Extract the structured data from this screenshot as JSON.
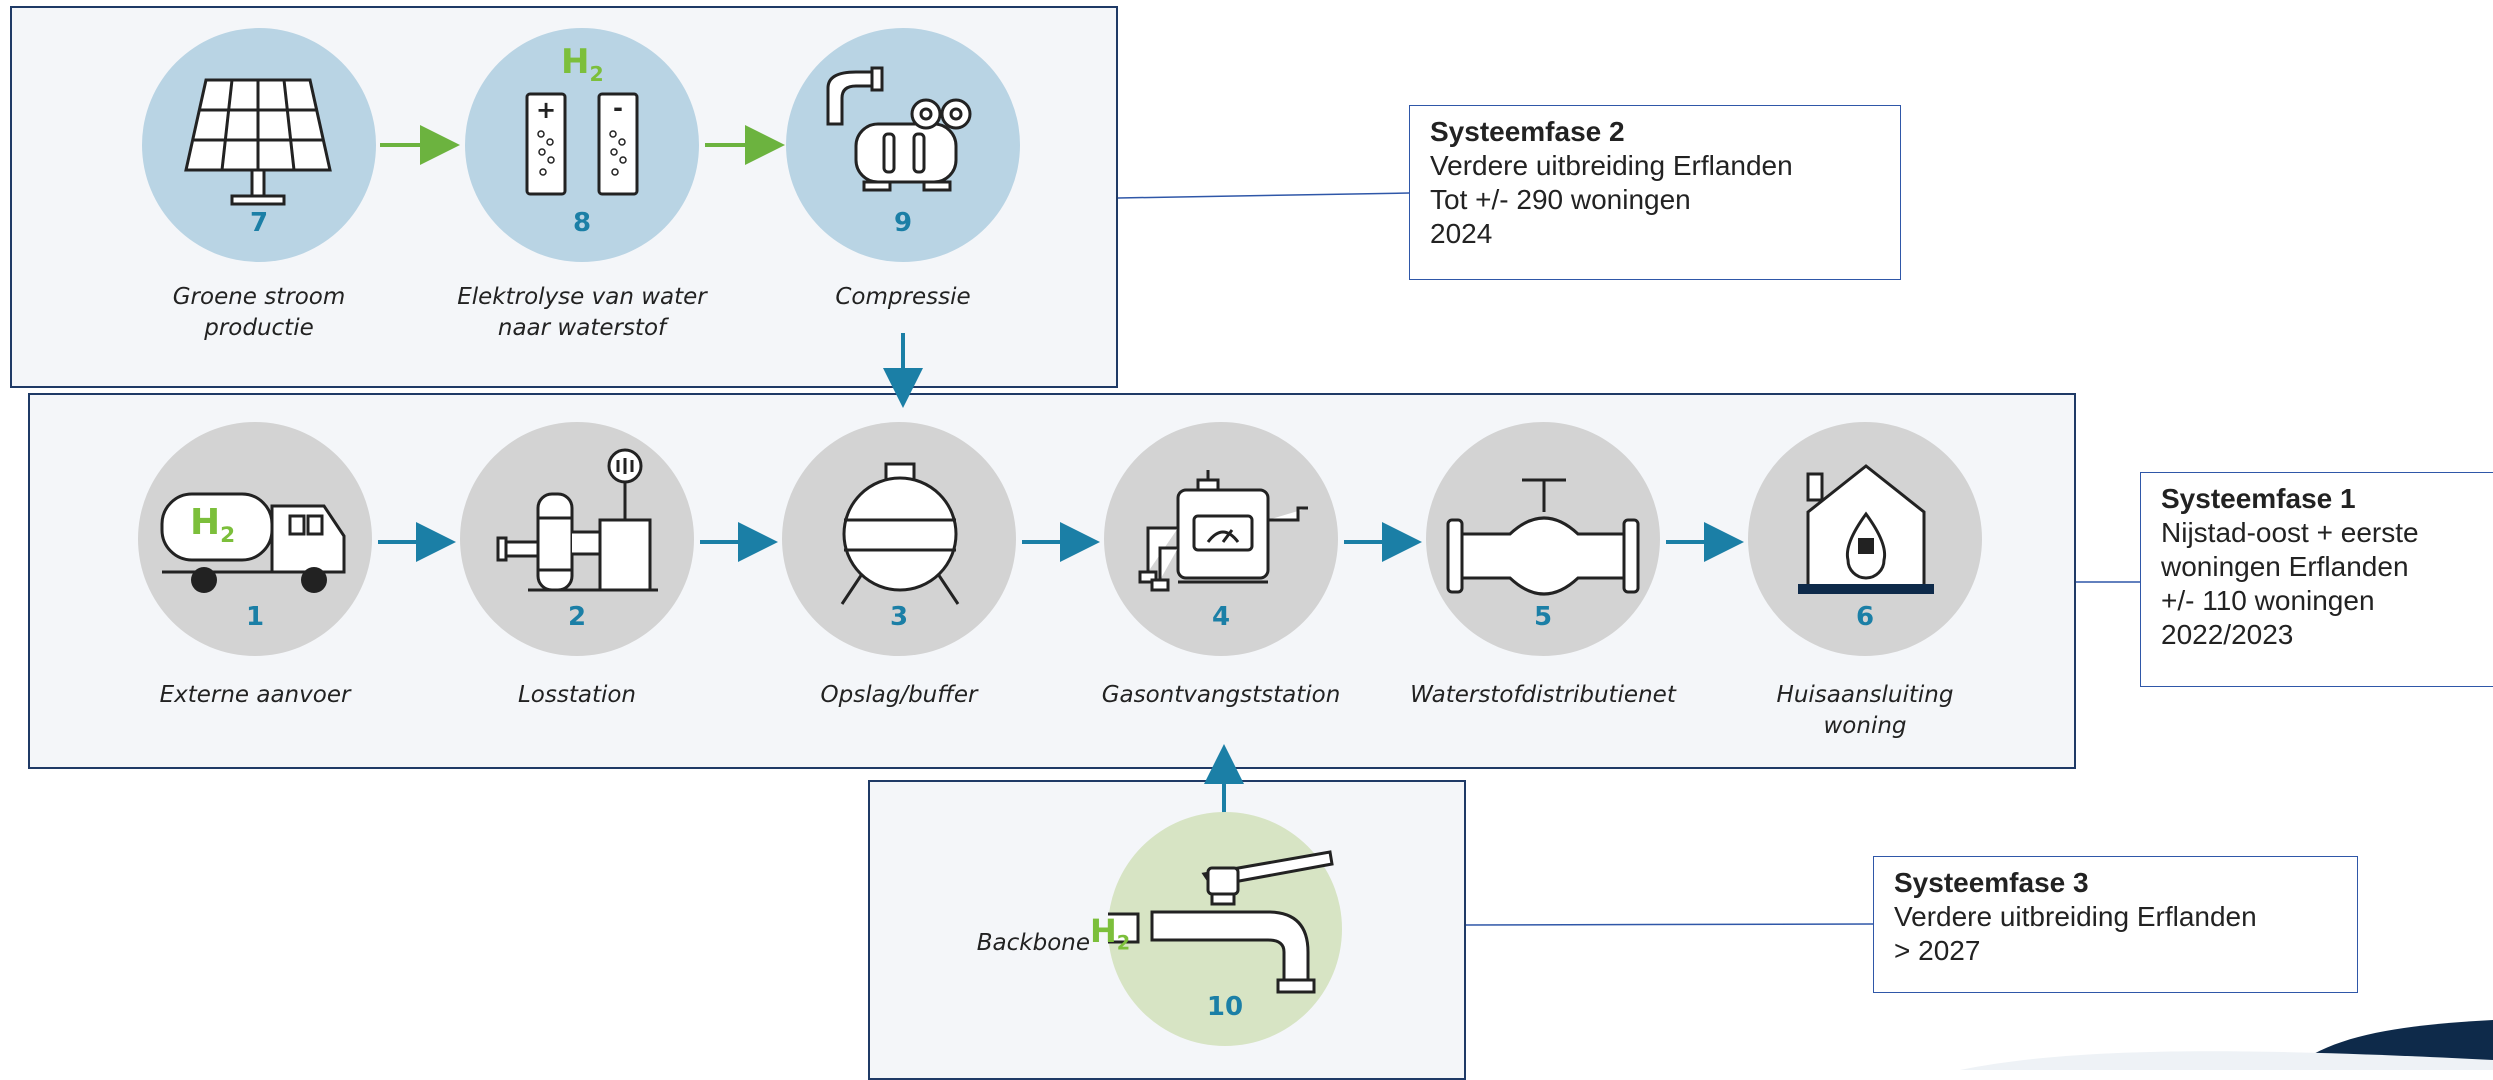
{
  "colors": {
    "panel_border": "#1f3a66",
    "arrow_green": "#6cb33f",
    "arrow_blue": "#1b7fa6",
    "node_blue": "#b9d4e4",
    "node_grey": "#d3d3d3",
    "node_green": "#d7e4c4",
    "phase_border": "#2f57a8"
  },
  "phase2_steps": [
    {
      "num": "7",
      "caption": "Groene stroom\nproductie",
      "icon": "solar-panel-icon"
    },
    {
      "num": "8",
      "caption": "Elektrolyse van water\nnaar waterstof",
      "icon": "electrolyser-icon"
    },
    {
      "num": "9",
      "caption": "Compressie",
      "icon": "compressor-icon"
    }
  ],
  "phase1_steps": [
    {
      "num": "1",
      "caption": "Externe aanvoer",
      "icon": "truck-icon"
    },
    {
      "num": "2",
      "caption": "Losstation",
      "icon": "unloading-station-icon"
    },
    {
      "num": "3",
      "caption": "Opslag/buffer",
      "icon": "storage-tank-icon"
    },
    {
      "num": "4",
      "caption": "Gasontvangststation",
      "icon": "gas-receiving-station-icon"
    },
    {
      "num": "5",
      "caption": "Waterstofdistributienet",
      "icon": "pipeline-icon"
    },
    {
      "num": "6",
      "caption": "Huisaansluiting\nwoning",
      "icon": "house-connection-icon"
    }
  ],
  "phase3_step": {
    "num": "10",
    "caption": "Backbone",
    "icon": "tap-icon"
  },
  "h2_label": {
    "main": "H",
    "sub": "2"
  },
  "phases": {
    "p2": {
      "title": "Systeemfase 2",
      "lines": [
        "Verdere uitbreiding Erflanden",
        "Tot +/- 290 woningen",
        "2024"
      ]
    },
    "p1": {
      "title": "Systeemfase 1",
      "lines": [
        "Nijstad-oost + eerste",
        "woningen Erflanden",
        "+/- 110 woningen",
        "2022/2023"
      ]
    },
    "p3": {
      "title": "Systeemfase 3",
      "lines": [
        "Verdere uitbreiding Erflanden",
        "> 2027"
      ]
    }
  }
}
